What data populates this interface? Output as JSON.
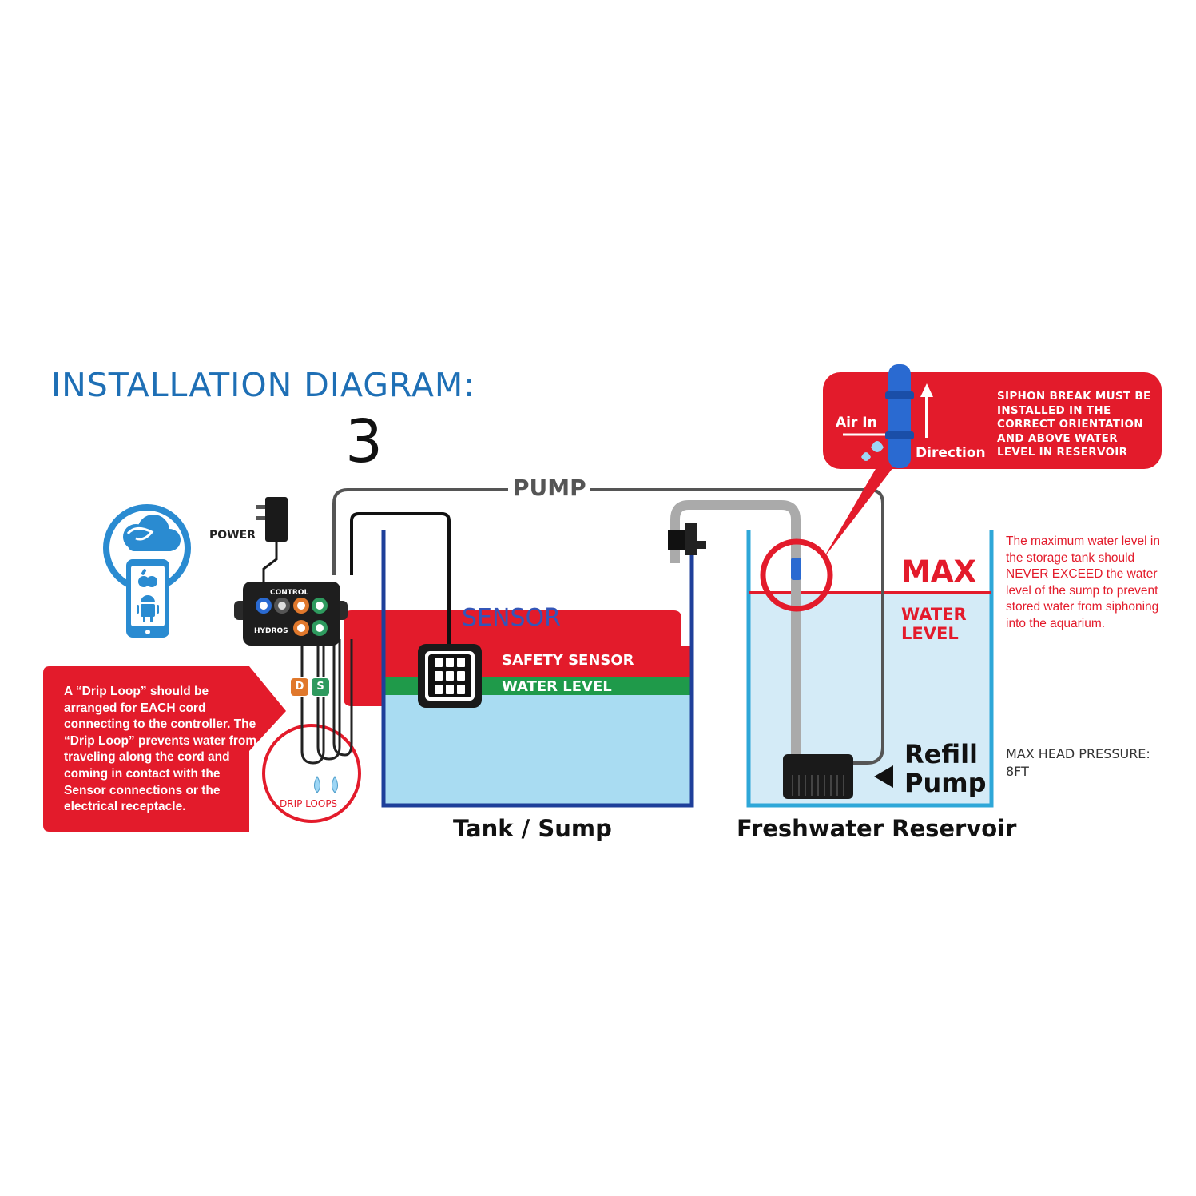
{
  "title": "INSTALLATION DIAGRAM:",
  "number": "3",
  "pump_line_label": "PUMP",
  "power_label": "POWER",
  "controller": {
    "control_text": "CONTROL",
    "brand_text": "HYDROS",
    "badge_d": "D",
    "badge_s": "S"
  },
  "drip_note": "A “Drip Loop” should be arranged for EACH cord connecting to the controller. The “Drip Loop” prevents water from traveling along the cord and coming in contact with the Sensor connections or the electrical receptacle.",
  "drip_loops_label": "DRIP LOOPS",
  "sensor_label": "SENSOR",
  "safety_sensor_label": "SAFETY SENSOR",
  "water_level_label": "WATER LEVEL",
  "tank_label": "Tank / Sump",
  "reservoir_label": "Freshwater Reservoir",
  "siphon_callout": {
    "air_in": "Air In",
    "direction": "Direction",
    "note": "SIPHON BREAK MUST BE INSTALLED IN THE CORRECT ORIENTATION AND ABOVE WATER LEVEL IN RESERVOIR"
  },
  "max_label": "MAX",
  "max_water_level_label": "WATER LEVEL",
  "max_note": "The maximum water level in the storage tank should NEVER EXCEED the water level of the sump to prevent stored water from siphoning into the aquarium.",
  "refill_pump_label": "Refill Pump",
  "head_pressure_note": "MAX HEAD PRESSURE: 8FT",
  "icons": [
    "cloud-app-icon",
    "phone-icon",
    "apple-icon",
    "android-icon",
    "power-adapter-icon",
    "water-drop-icon",
    "arrow-up-icon",
    "arrow-left-icon"
  ],
  "colors": {
    "title_blue": "#1e6fb5",
    "alert_red": "#e31b2b",
    "water_blue": "#a9dcf2",
    "tank_outline": "#1e3f9a",
    "reservoir_outline": "#2ea7d8",
    "level_green": "#1f9a4a",
    "tube_gray": "#aaaaaa"
  }
}
